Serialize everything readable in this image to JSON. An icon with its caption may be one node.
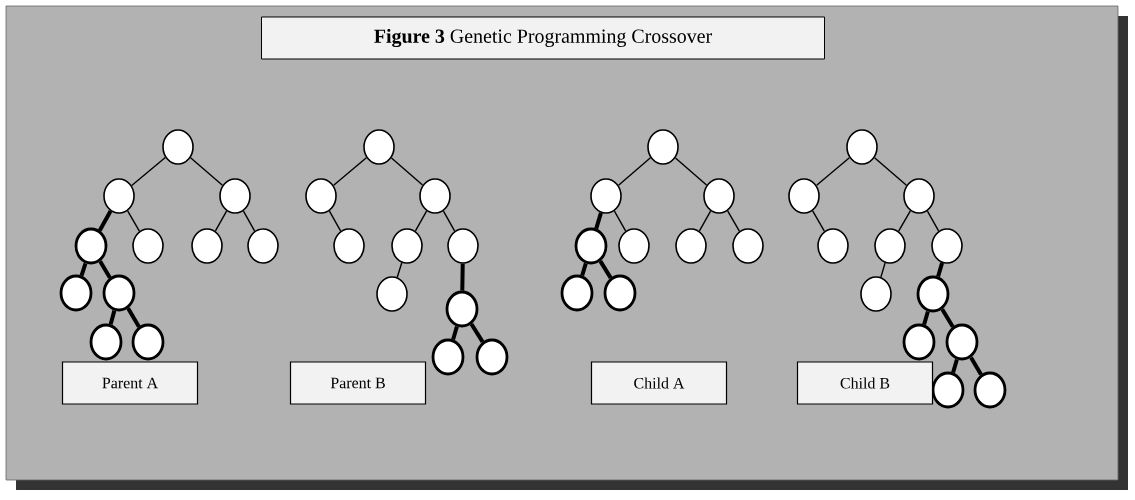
{
  "diagram": {
    "title": "**Figure 3** Genetic Programming Crossover",
    "nodes": [
      {
        "text": [],
        "shape": "circle"
      },
      {
        "text": [],
        "shape": "circle"
      },
      {
        "text": [],
        "shape": "circle"
      },
      {
        "text": [],
        "shape": "circle"
      },
      {
        "text": [],
        "shape": "circle"
      },
      {
        "text": [],
        "shape": "circle"
      },
      {
        "text": [],
        "shape": "circle"
      },
      {
        "text": [],
        "shape": "circle"
      },
      {
        "text": [],
        "shape": "circle"
      },
      {
        "text": [],
        "shape": "circle"
      },
      {
        "text": [],
        "shape": "circle"
      },
      {
        "text": [
          "Parent A"
        ]
      },
      {
        "text": [],
        "shape": "circle"
      },
      {
        "text": [],
        "shape": "circle"
      },
      {
        "text": [],
        "shape": "circle"
      },
      {
        "text": [],
        "shape": "circle"
      },
      {
        "text": [],
        "shape": "circle"
      },
      {
        "text": [],
        "shape": "circle"
      },
      {
        "text": [],
        "shape": "circle"
      },
      {
        "text": [],
        "shape": "circle"
      },
      {
        "text": [],
        "shape": "circle"
      },
      {
        "text": [],
        "shape": "circle"
      },
      {
        "text": [
          "Parent B"
        ]
      },
      {
        "text": [],
        "shape": "circle"
      },
      {
        "text": [],
        "shape": "circle"
      },
      {
        "text": [],
        "shape": "circle"
      },
      {
        "text": [],
        "shape": "circle"
      },
      {
        "text": [],
        "shape": "circle"
      },
      {
        "text": [],
        "shape": "circle"
      },
      {
        "text": [],
        "shape": "circle"
      },
      {
        "text": [],
        "shape": "circle"
      },
      {
        "text": [],
        "shape": "circle"
      },
      {
        "text": [
          "Child A"
        ]
      },
      {
        "text": [],
        "shape": "circle"
      },
      {
        "text": [],
        "shape": "circle"
      },
      {
        "text": [],
        "shape": "circle"
      },
      {
        "text": [],
        "shape": "circle"
      },
      {
        "text": [],
        "shape": "circle"
      },
      {
        "text": [],
        "shape": "circle"
      },
      {
        "text": [],
        "shape": "circle"
      },
      {
        "text": [],
        "shape": "circle"
      },
      {
        "text": [],
        "shape": "circle"
      },
      {
        "text": [],
        "shape": "circle"
      },
      {
        "text": [],
        "shape": "circle"
      },
      {
        "text": [],
        "shape": "circle"
      },
      {
        "text": [
          "Child B"
        ]
      }
    ],
    "edges": [
      {
        "from": 0,
        "to": 1,
        "arrow": "none"
      },
      {
        "from": 0,
        "to": 2,
        "arrow": "none"
      },
      {
        "from": 1,
        "to": 3,
        "arrow": "none",
        "style": "thick"
      },
      {
        "from": 1,
        "to": 4,
        "arrow": "none"
      },
      {
        "from": 2,
        "to": 5,
        "arrow": "none"
      },
      {
        "from": 2,
        "to": 6,
        "arrow": "none"
      },
      {
        "from": 3,
        "to": 7,
        "arrow": "none",
        "style": "thick"
      },
      {
        "from": 3,
        "to": 8,
        "arrow": "none",
        "style": "thick"
      },
      {
        "from": 8,
        "to": 9,
        "arrow": "none",
        "style": "thick"
      },
      {
        "from": 8,
        "to": 10,
        "arrow": "none",
        "style": "thick"
      },
      {
        "from": 12,
        "to": 13,
        "arrow": "none"
      },
      {
        "from": 12,
        "to": 14,
        "arrow": "none"
      },
      {
        "from": 13,
        "to": 15,
        "arrow": "none"
      },
      {
        "from": 14,
        "to": 16,
        "arrow": "none"
      },
      {
        "from": 14,
        "to": 17,
        "arrow": "none"
      },
      {
        "from": 16,
        "to": 18,
        "arrow": "none"
      },
      {
        "from": 17,
        "to": 19,
        "arrow": "none",
        "style": "thick"
      },
      {
        "from": 19,
        "to": 20,
        "arrow": "none",
        "style": "thick"
      },
      {
        "from": 19,
        "to": 21,
        "arrow": "none",
        "style": "thick"
      },
      {
        "from": 23,
        "to": 24,
        "arrow": "none"
      },
      {
        "from": 23,
        "to": 25,
        "arrow": "none"
      },
      {
        "from": 24,
        "to": 26,
        "arrow": "none",
        "style": "thick"
      },
      {
        "from": 24,
        "to": 27,
        "arrow": "none"
      },
      {
        "from": 25,
        "to": 28,
        "arrow": "none"
      },
      {
        "from": 25,
        "to": 29,
        "arrow": "none"
      },
      {
        "from": 26,
        "to": 30,
        "arrow": "none",
        "style": "thick"
      },
      {
        "from": 26,
        "to": 31,
        "arrow": "none",
        "style": "thick"
      },
      {
        "from": 33,
        "to": 34,
        "arrow": "none"
      },
      {
        "from": 33,
        "to": 35,
        "arrow": "none"
      },
      {
        "from": 34,
        "to": 36,
        "arrow": "none"
      },
      {
        "from": 35,
        "to": 37,
        "arrow": "none"
      },
      {
        "from": 35,
        "to": 38,
        "arrow": "none"
      },
      {
        "from": 37,
        "to": 39,
        "arrow": "none"
      },
      {
        "from": 38,
        "to": 40,
        "arrow": "none",
        "style": "thick"
      },
      {
        "from": 40,
        "to": 41,
        "arrow": "none",
        "style": "thick"
      },
      {
        "from": 40,
        "to": 42,
        "arrow": "none",
        "style": "thick"
      },
      {
        "from": 42,
        "to": 43,
        "arrow": "none",
        "style": "thick"
      },
      {
        "from": 42,
        "to": 44,
        "arrow": "none",
        "style": "thick"
      }
    ]
  }
}
